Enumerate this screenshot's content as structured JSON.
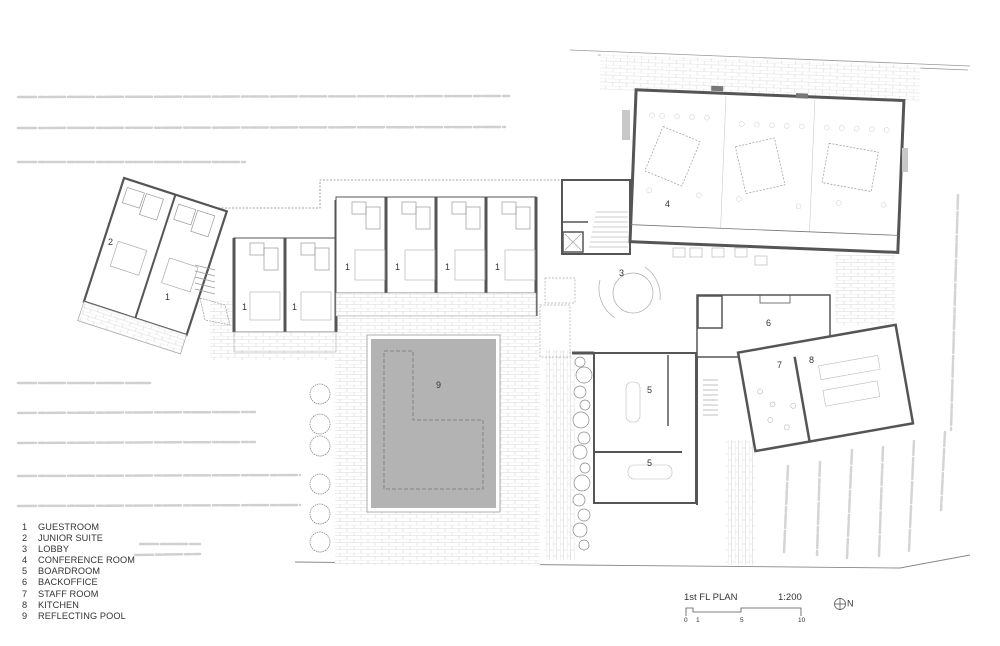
{
  "drawing": {
    "title": "1st FL PLAN",
    "scale": "1:200",
    "north_label": "N",
    "north_icon": "north-arrow-icon",
    "scale_bar_ticks": [
      "0",
      "1",
      "5",
      "10"
    ]
  },
  "legend": {
    "items": [
      {
        "num": "1",
        "label": "GUESTROOM"
      },
      {
        "num": "2",
        "label": "JUNIOR SUITE"
      },
      {
        "num": "3",
        "label": "LOBBY"
      },
      {
        "num": "4",
        "label": "CONFERENCE ROOM"
      },
      {
        "num": "5",
        "label": "BOARDROOM"
      },
      {
        "num": "6",
        "label": "BACKOFFICE"
      },
      {
        "num": "7",
        "label": "STAFF ROOM"
      },
      {
        "num": "8",
        "label": "KITCHEN"
      },
      {
        "num": "9",
        "label": "REFLECTING POOL"
      }
    ]
  },
  "room_tags": {
    "junior_suite": "2",
    "guestroom_a": "1",
    "guestroom_b": "1",
    "guestroom_c": "1",
    "guestroom_d": "1",
    "guestroom_e": "1",
    "guestroom_f": "1",
    "guestroom_g": "1",
    "lobby": "3",
    "conference": "4",
    "boardroom_a": "5",
    "boardroom_b": "5",
    "backoffice": "6",
    "staffroom": "7",
    "kitchen": "8",
    "pool": "9"
  },
  "colors": {
    "wall": "#555555",
    "line": "#888888",
    "pool": "#b3b3b3",
    "paving": "#cfcfcf",
    "vegetation": "#c8c8c8"
  }
}
